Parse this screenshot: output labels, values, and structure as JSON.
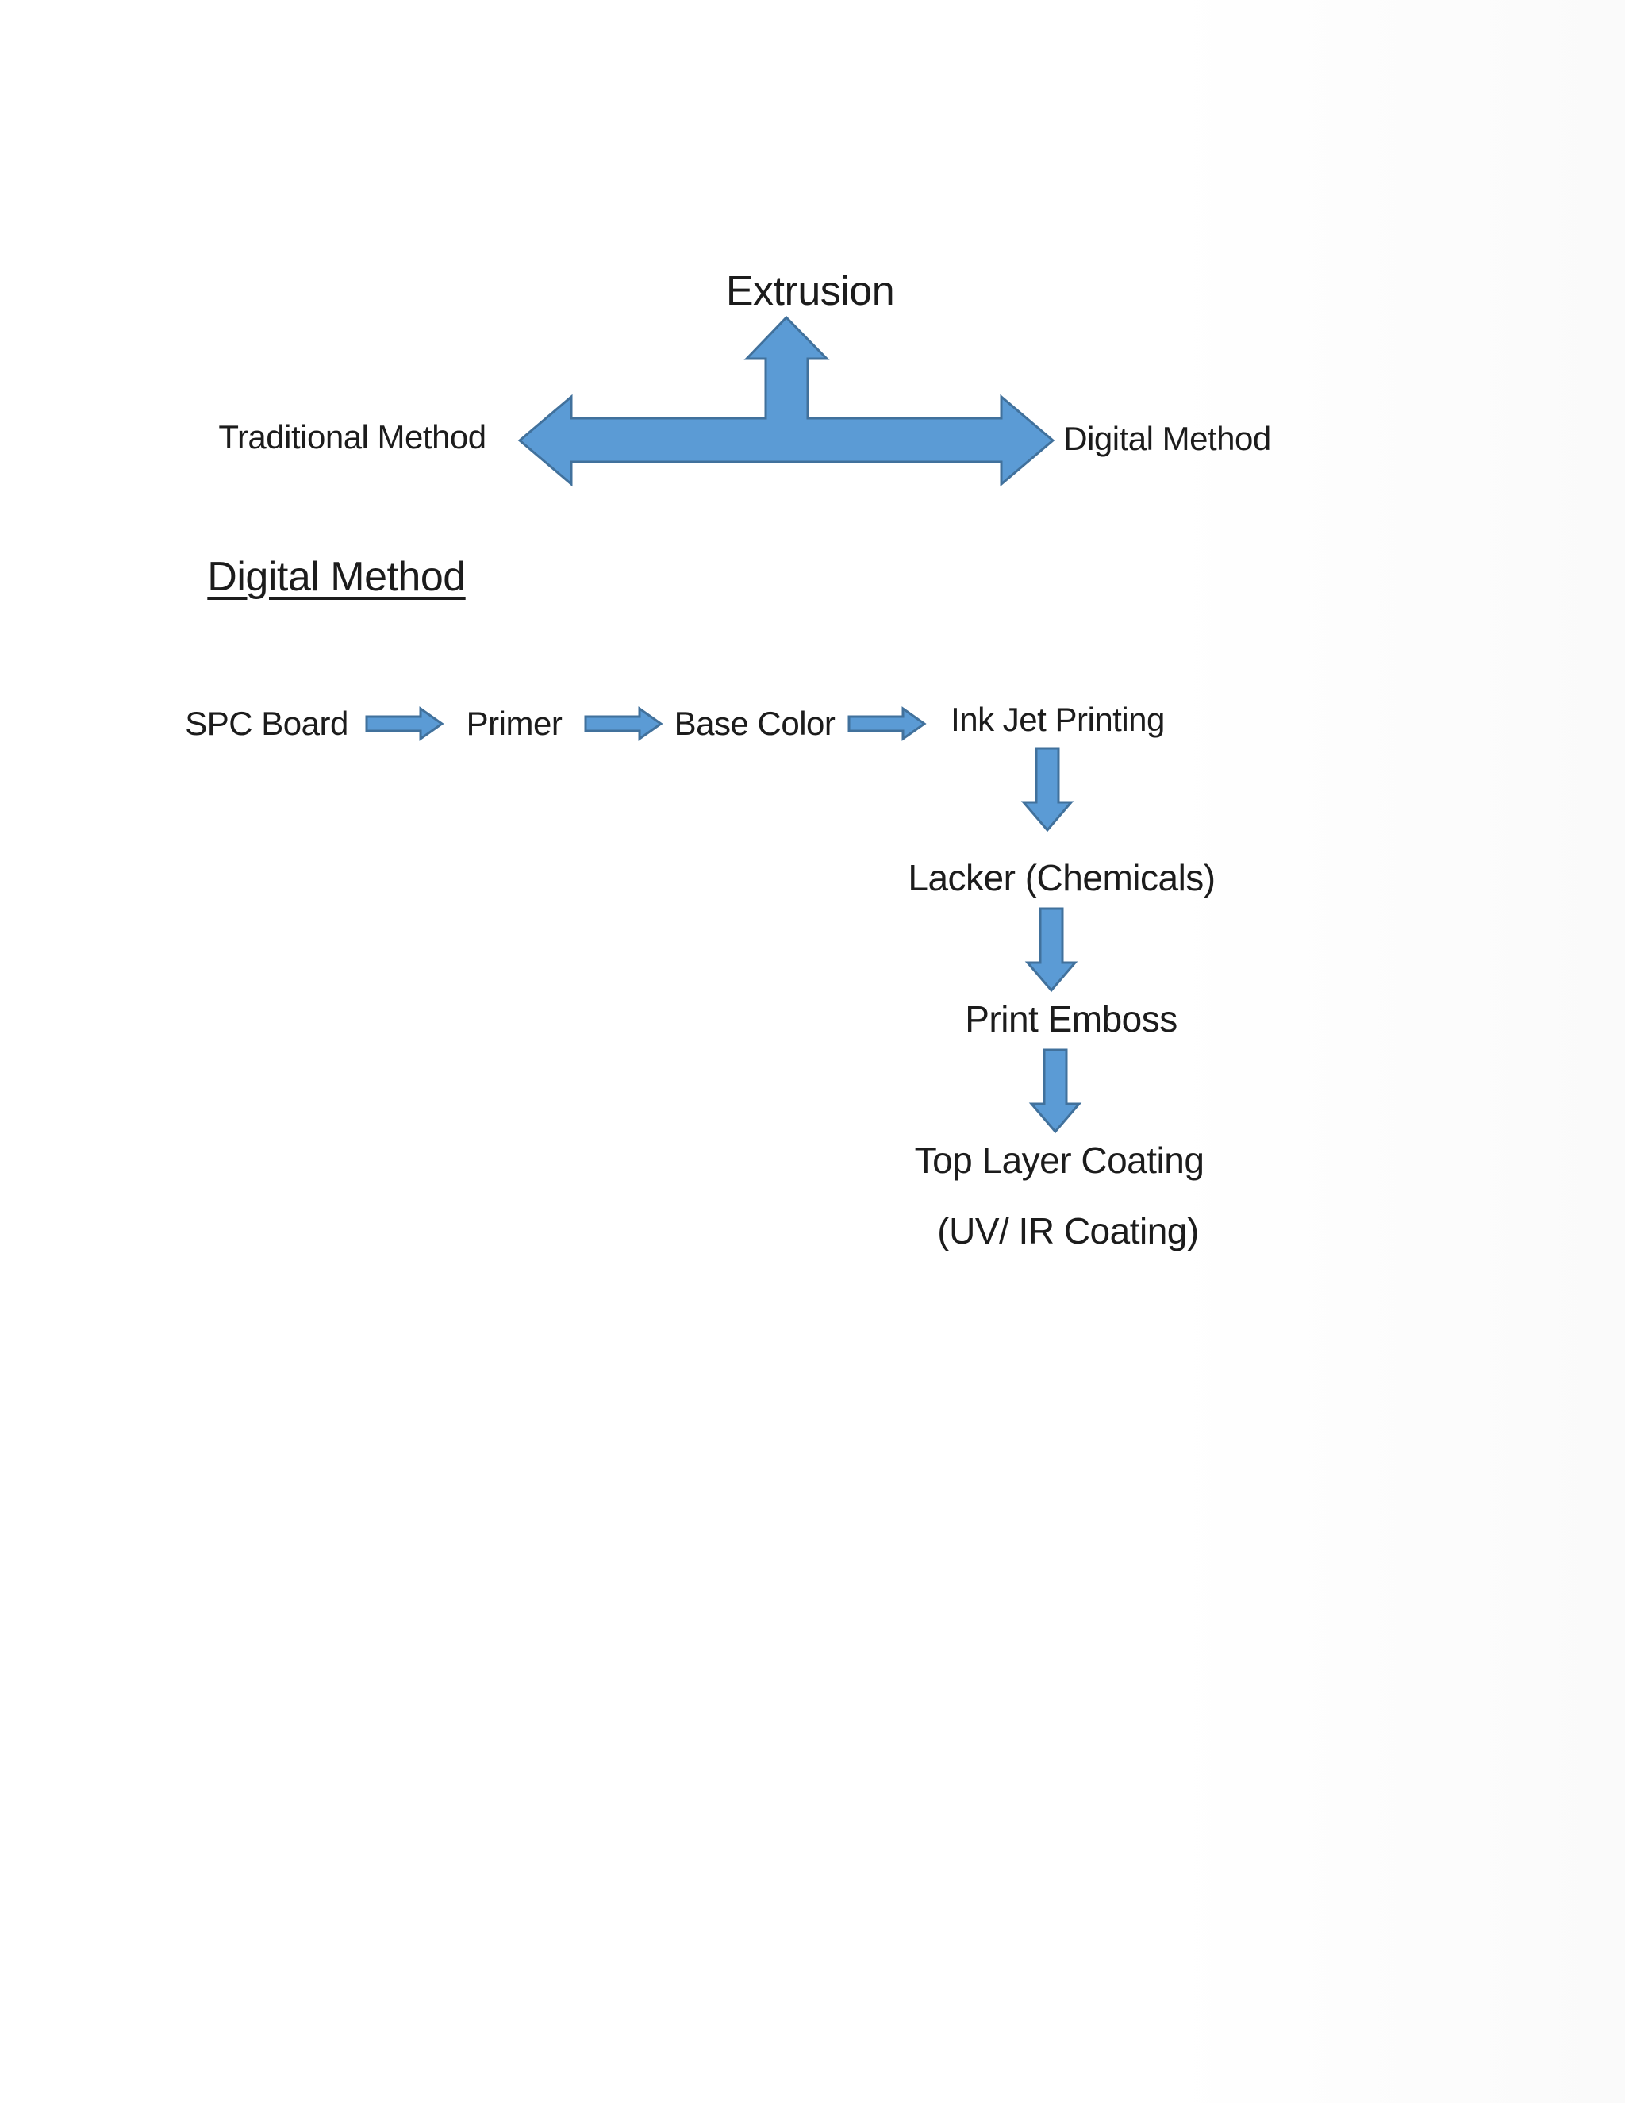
{
  "diagram": {
    "title": "Extrusion",
    "branches": {
      "left": "Traditional Method",
      "right": "Digital Method"
    },
    "section": {
      "heading": "Digital Method",
      "horizontal_flow": [
        "SPC Board",
        "Primer",
        "Base Color",
        "Ink Jet Printing"
      ],
      "vertical_flow": [
        "Lacker (Chemicals)",
        "Print Emboss",
        "Top Layer Coating"
      ],
      "final_note": "(UV/ IR Coating)"
    },
    "colors": {
      "arrow_fill": "#5b9bd5",
      "arrow_border": "#41719c",
      "text": "#1c1c1c"
    }
  }
}
